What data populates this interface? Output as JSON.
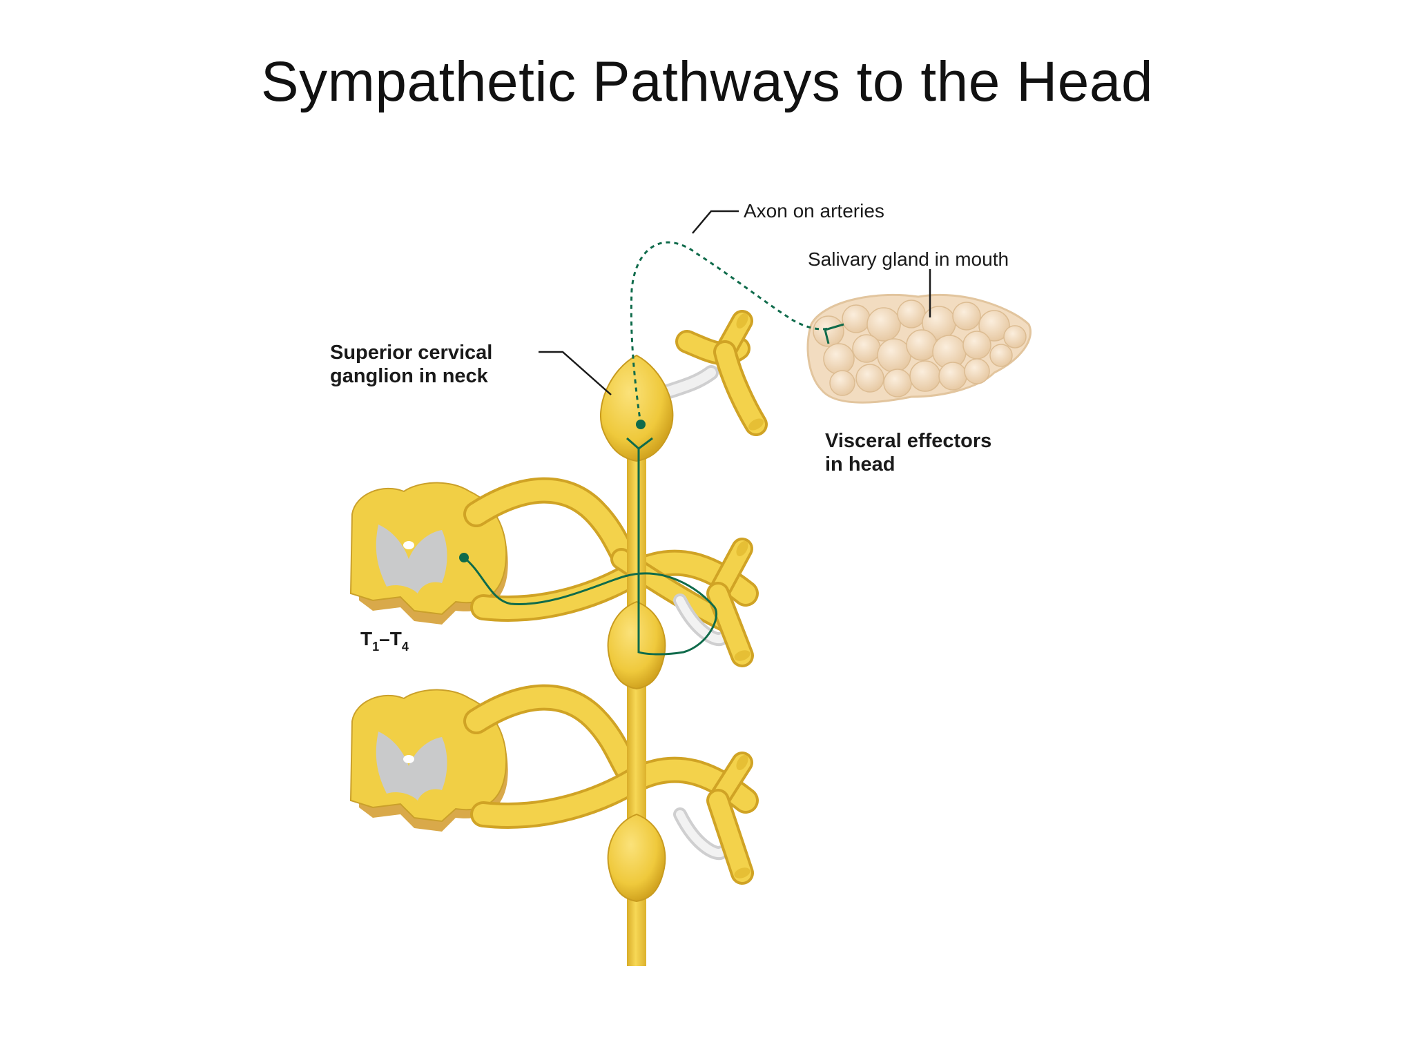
{
  "title": "Sympathetic Pathways to the Head",
  "labels": {
    "axon_on_arteries": "Axon on arteries",
    "salivary_gland": "Salivary gland in mouth",
    "superior_cervical_line1": "Superior cervical",
    "superior_cervical_line2": "ganglion in neck",
    "visceral_effectors_line1": "Visceral effectors",
    "visceral_effectors_line2": "in head",
    "spinal_level_T": "T",
    "spinal_level_sub1": "1",
    "spinal_level_dash": "–T",
    "spinal_level_sub4": "4"
  },
  "colors": {
    "nerve_yellow": "#f1cf45",
    "nerve_shadow": "#d7aa26",
    "grey_matter": "#c9cacb",
    "pathway_green": "#0f6b4b",
    "gland_tan": "#f2dcc0"
  }
}
